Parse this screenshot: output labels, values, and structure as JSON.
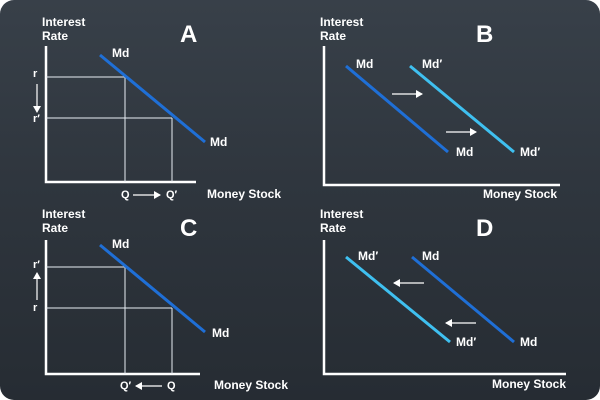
{
  "colors": {
    "background_top": "#384049",
    "background_bottom": "#262c33",
    "curve_original": "#1f6fd6",
    "curve_shifted": "#3fc0f0",
    "axis": "#ffffff",
    "guide": "#e8eef4"
  },
  "panels": [
    {
      "id": "A",
      "letter": "A",
      "y_axis_title": [
        "Interest",
        "Rate"
      ],
      "x_axis_title": "Money Stock",
      "curves": [
        {
          "top_label": "Md",
          "bottom_label": "Md",
          "kind": "original"
        }
      ],
      "y_ticks": [
        "r",
        "r′"
      ],
      "y_arrow": "down",
      "x_ticks": [
        "Q",
        "Q′"
      ],
      "x_arrow": "right"
    },
    {
      "id": "B",
      "letter": "B",
      "y_axis_title": [
        "Interest",
        "Rate"
      ],
      "x_axis_title": "Money Stock",
      "curves": [
        {
          "top_label": "Md",
          "bottom_label": "Md",
          "kind": "original"
        },
        {
          "top_label": "Md′",
          "bottom_label": "Md′",
          "kind": "shifted"
        }
      ],
      "shift_arrows": "right"
    },
    {
      "id": "C",
      "letter": "C",
      "y_axis_title": [
        "Interest",
        "Rate"
      ],
      "x_axis_title": "Money Stock",
      "curves": [
        {
          "top_label": "Md",
          "bottom_label": "Md",
          "kind": "original"
        }
      ],
      "y_ticks": [
        "r′",
        "r"
      ],
      "y_arrow": "up",
      "x_ticks": [
        "Q′",
        "Q"
      ],
      "x_arrow": "left"
    },
    {
      "id": "D",
      "letter": "D",
      "y_axis_title": [
        "Interest",
        "Rate"
      ],
      "x_axis_title": "Money Stock",
      "curves": [
        {
          "top_label": "Md′",
          "bottom_label": "Md′",
          "kind": "shifted"
        },
        {
          "top_label": "Md",
          "bottom_label": "Md",
          "kind": "original"
        }
      ],
      "shift_arrows": "left"
    }
  ]
}
